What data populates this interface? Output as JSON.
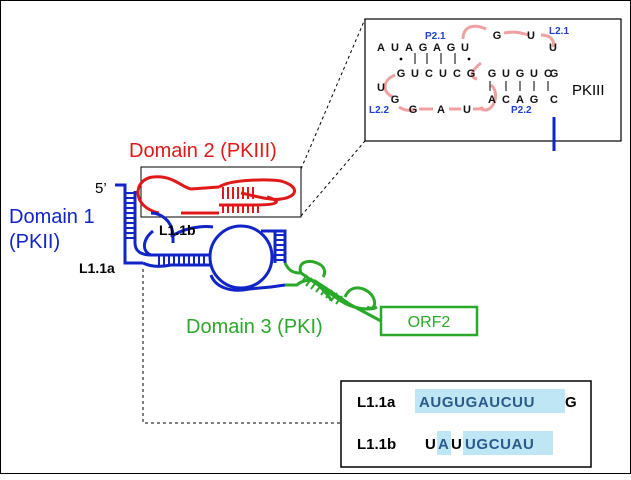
{
  "colors": {
    "domain1": "#1024c8",
    "domain2": "#e01818",
    "domain3": "#2aa82a",
    "loop_pink": "#f0a0a0",
    "highlight": "#bfe6f4",
    "black": "#000000"
  },
  "labels": {
    "five_prime": "5’",
    "domain1_line1": "Domain 1",
    "domain1_line2": "(PKII)",
    "domain2": "Domain 2 (PKIII)",
    "domain3": "Domain 3 (PKI)",
    "orf2": "ORF2",
    "l11a": "L1.1a",
    "l11b": "L1.1b"
  },
  "inset": {
    "pkiii": "PKIII",
    "p21": "P2.1",
    "p22": "P2.2",
    "l21": "L2.1",
    "l22": "L2.2",
    "top_strand": [
      "A",
      "U",
      "A",
      "G",
      "A",
      "G",
      "U"
    ],
    "mid_strand": [
      "G",
      "U",
      "C",
      "U",
      "C",
      "G",
      "G",
      "U",
      "G",
      "U",
      "C",
      "G"
    ],
    "bottom_strand": [
      "A",
      "C",
      "A",
      "G",
      "C"
    ],
    "loop_top": [
      "G",
      "U",
      "U"
    ],
    "loop_bottom": [
      "G",
      "A",
      "U"
    ],
    "left_side": [
      "U",
      "G"
    ]
  },
  "sequences": {
    "l11a_label": "L1.1a",
    "l11a_hl": "AUGUGAUCUU",
    "l11a_tail": "G",
    "l11b_label": "L1.1b",
    "l11b_u": "U",
    "l11b_a": "A",
    "l11b_u2": "U",
    "l11b_hl": "UGCUAU"
  }
}
